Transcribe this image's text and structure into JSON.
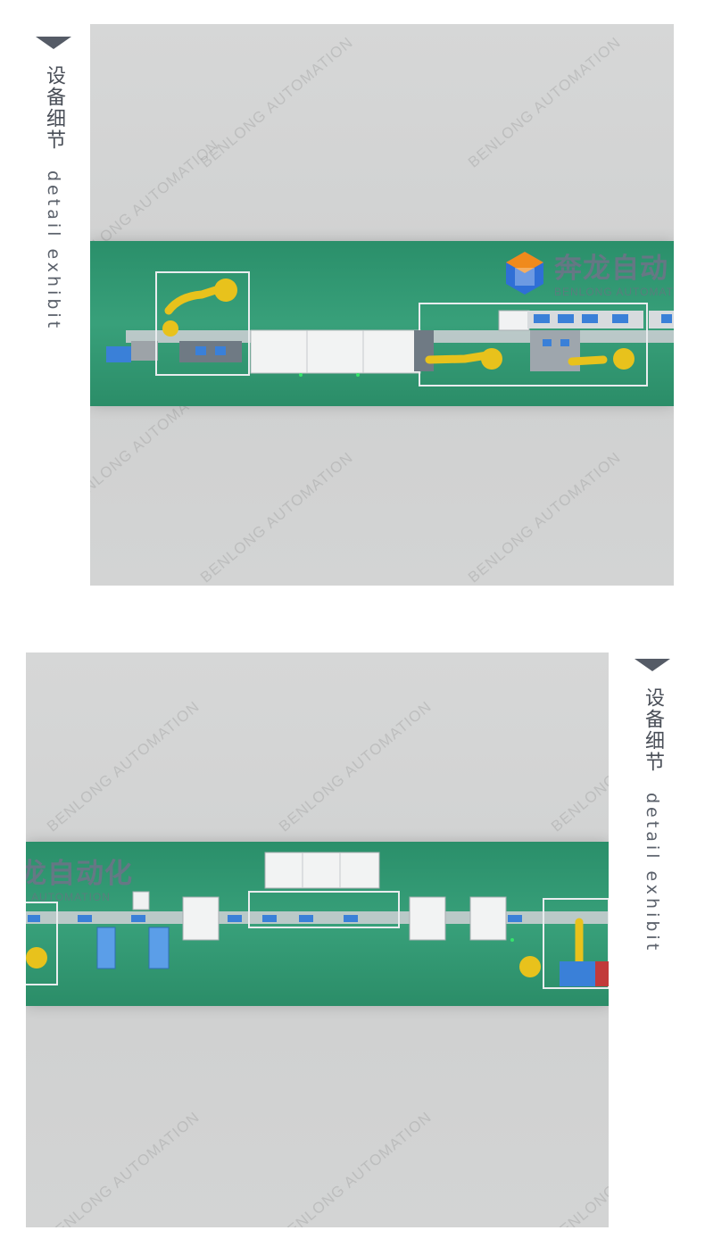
{
  "side_caption_1": {
    "zh": "设备细节",
    "en": "detail exhibit"
  },
  "side_caption_2": {
    "zh": "设备细节",
    "en": "detail exhibit"
  },
  "watermark": "BENLONG AUTOMATION",
  "logo_1": {
    "cn": "奔龙自动",
    "en": "BENLONG AUTOMAT"
  },
  "logo_2": {
    "cn": "龙自动化",
    "en": "G AUTOMATION"
  },
  "colors": {
    "belt": "#2f9670",
    "robot": "#e8c21c",
    "module": "#3a80d8",
    "caption": "#4a4f58"
  }
}
